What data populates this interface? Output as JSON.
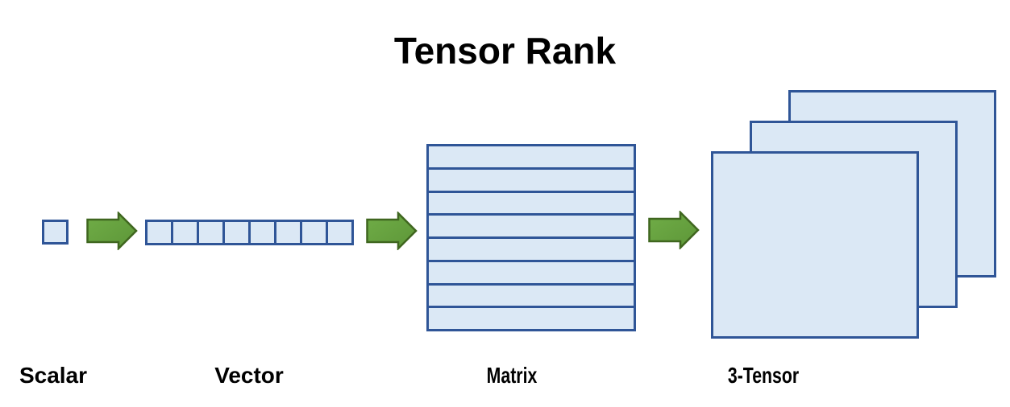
{
  "title": "Tensor Rank",
  "colors": {
    "background": "#ffffff",
    "shape_fill": "#dbe8f5",
    "shape_border": "#2f5597",
    "arrow_fill": "#70ad47",
    "arrow_fill_dark": "#5d9638",
    "arrow_border": "#3f661f",
    "title_color": "#000000",
    "label_color": "#000000"
  },
  "diagram": {
    "stages": [
      {
        "name": "scalar",
        "label": "Scalar",
        "shape": "single-square"
      },
      {
        "name": "vector",
        "label": "Vector",
        "shape": "row-of-squares",
        "cells": 8
      },
      {
        "name": "matrix",
        "label": "Matrix",
        "shape": "stack-of-rows",
        "rows": 8
      },
      {
        "name": "three-tensor",
        "label": "3-Tensor",
        "shape": "stacked-squares",
        "layers": 3
      }
    ],
    "arrows": [
      {
        "name": "arrow-scalar-to-vector",
        "direction": "right"
      },
      {
        "name": "arrow-vector-to-matrix",
        "direction": "right"
      },
      {
        "name": "arrow-matrix-to-tensor",
        "direction": "right"
      }
    ]
  }
}
